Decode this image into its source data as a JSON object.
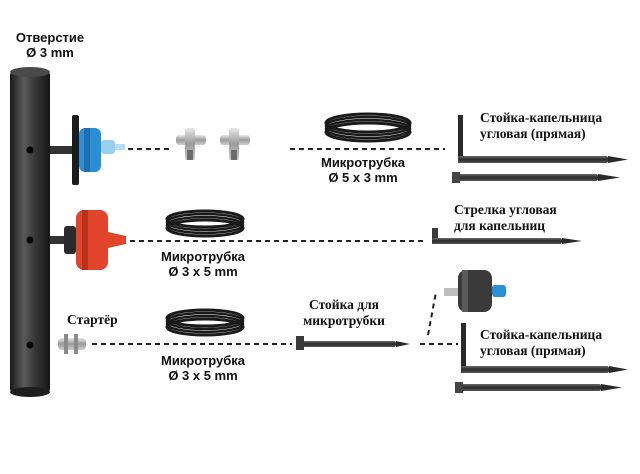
{
  "labels": {
    "pipe_title": "Отверстие",
    "pipe_diameter": "Ø 3 mm",
    "micro_tube_1_name": "Микротрубка",
    "micro_tube_1_size": "Ø 5 x 3 mm",
    "micro_tube_2_name": "Микротрубка",
    "micro_tube_2_size": "Ø 3 x 5 mm",
    "micro_tube_3_name": "Микротрубка",
    "micro_tube_3_size": "Ø 3 x 5 mm",
    "starter": "Стартёр",
    "stake_micro_line1": "Стойка для",
    "stake_micro_line2": "микротрубки",
    "dripper_stake_1_line1": "Стойка-капельница",
    "dripper_stake_1_line2": "угловая (прямая)",
    "arrow_angle_line1": "Стрелка угловая",
    "arrow_angle_line2": "для капельниц",
    "dripper_stake_2_line1": "Стойка-капельница",
    "dripper_stake_2_line2": "угловая (прямая)"
  },
  "colors": {
    "pipe": "#2b2b2b",
    "blue_dripper": "#2b8fd6",
    "red_dripper": "#e0442a",
    "dark_dripper": "#3a3a3a",
    "connector_line": "#222222"
  }
}
